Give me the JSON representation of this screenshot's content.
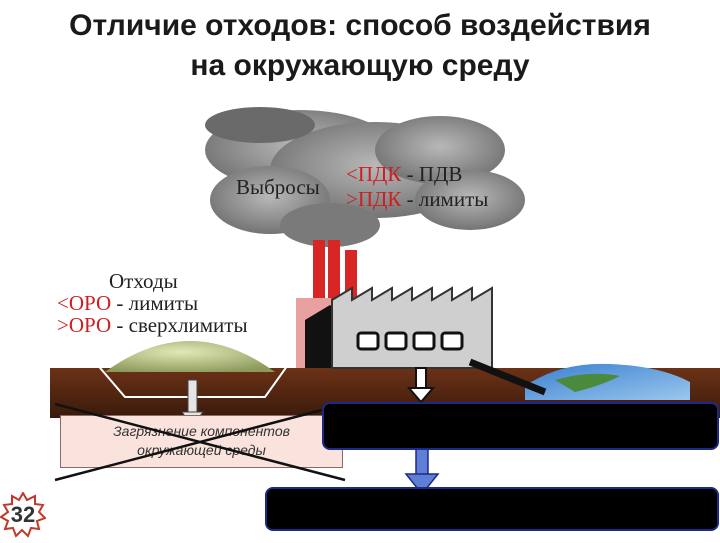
{
  "title": {
    "line1": "Отличие отходов: способ воздействия",
    "line2": "на окружающую среду"
  },
  "emissions": {
    "label": "Выбросы",
    "line1_red": "<ПДК",
    "line1_rest": " - ПДВ",
    "line2_red": ">ПДК",
    "line2_rest": " - лимиты"
  },
  "waste": {
    "label": "Отходы",
    "line1_red": "<ОРО",
    "line1_rest": " - лимиты",
    "line2_red": ">ОРО",
    "line2_rest": " - сверхлимиты"
  },
  "pollution": {
    "line1": "Загрязнение компонентов",
    "line2": "окружающей среды"
  },
  "slide_number": "32",
  "colors": {
    "red_text": "#cc1f1f",
    "ground": "#5a2a14",
    "box_border": "#1b2a8a"
  }
}
